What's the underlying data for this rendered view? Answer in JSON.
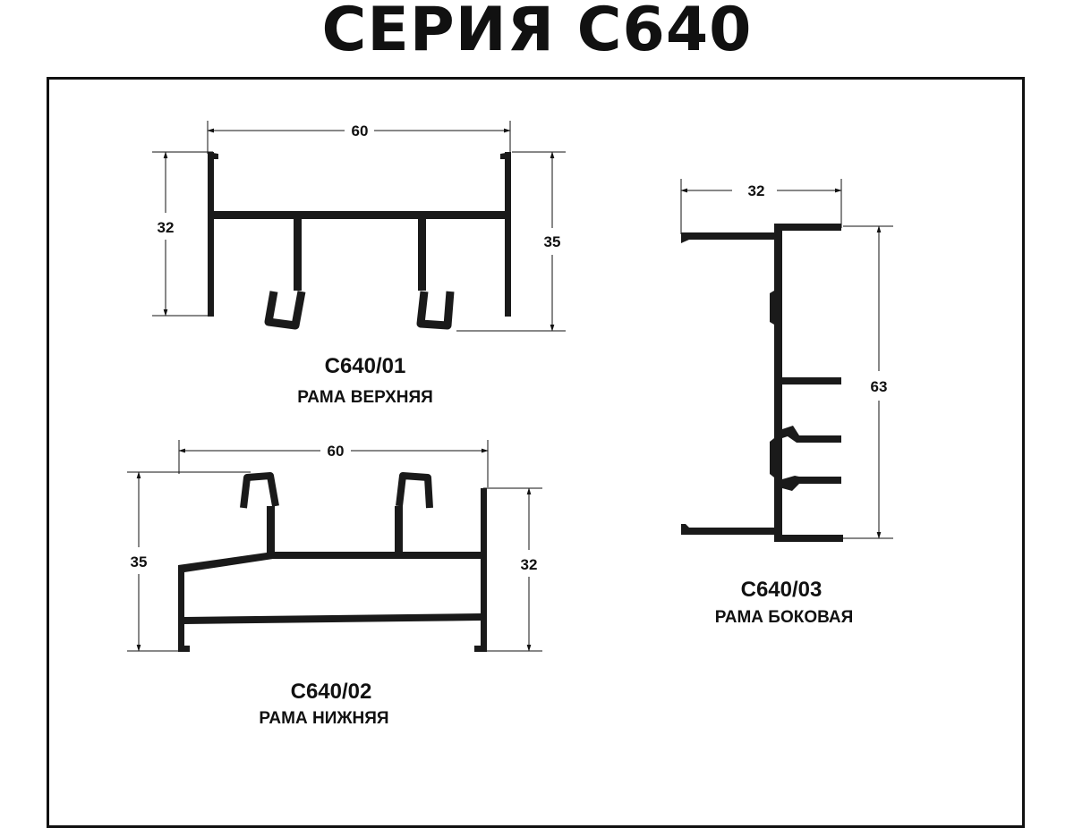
{
  "title": "СЕРИЯ С640",
  "profiles": [
    {
      "code": "С640/01",
      "name": "РАМА ВЕРХНЯЯ",
      "dimensions": {
        "width": "60",
        "left_height": "32",
        "right_height": "35"
      }
    },
    {
      "code": "С640/02",
      "name": "РАМА НИЖНЯЯ",
      "dimensions": {
        "width": "60",
        "left_height": "35",
        "right_height": "32"
      }
    },
    {
      "code": "С640/03",
      "name": "РАМА БОКОВАЯ",
      "dimensions": {
        "width": "32",
        "height": "63"
      }
    }
  ],
  "colors": {
    "ink": "#111111",
    "background": "#ffffff"
  }
}
